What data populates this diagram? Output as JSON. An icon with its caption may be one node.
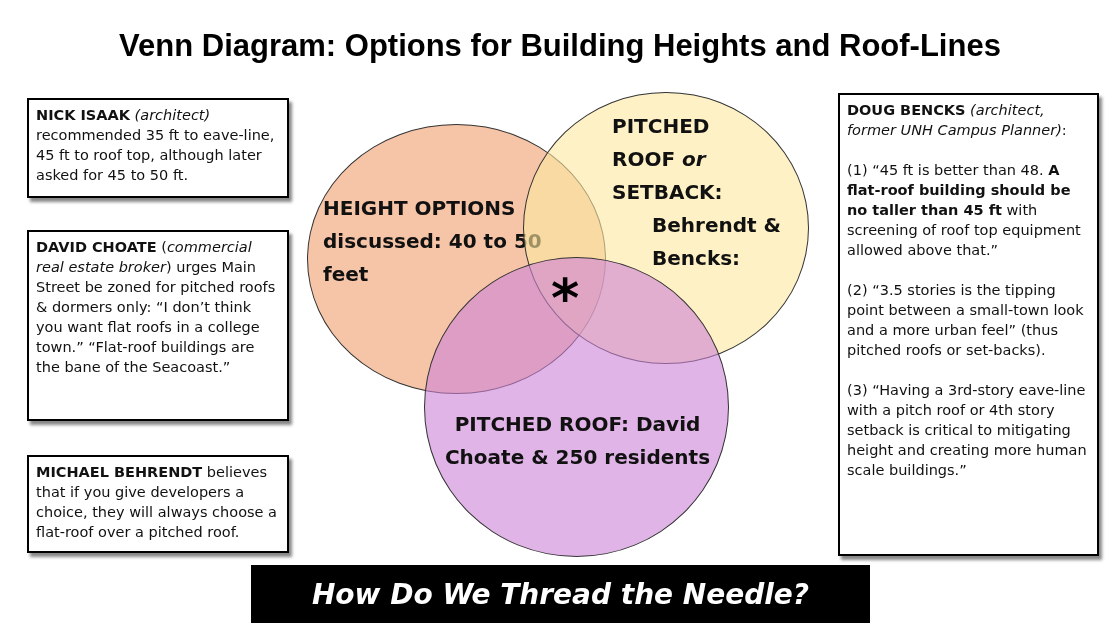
{
  "diagram": {
    "title": "Venn Diagram: Options for Building Heights and Roof-Lines",
    "nodes": [
      {
        "text": [
          "**NICK ISAAK** *(architect)* recommended 35 ft to eave-line, 45 ft to roof top, although later asked for 45 to 50 ft."
        ]
      },
      {
        "text": [
          "**DAVID CHOATE** (*commercial real estate broker*) urges Main Street be zoned for pitched roofs & dormers only: “I don’t think you want flat roofs in a college town.” “Flat-roof buildings are the bane of the Seacoast.”"
        ]
      },
      {
        "text": [
          "**MICHAEL BEHRENDT** believes that if you give developers a choice, they will always choose a flat-roof over a pitched roof."
        ]
      },
      {
        "text": [
          "HEIGHT OPTIONS discussed: 40 to 50 feet"
        ]
      },
      {
        "text": [
          "PITCHED ROOF *or* SETBACK:",
          "Behrendt & Bencks:"
        ]
      },
      {
        "text": [
          "PITCHED ROOF: David Choate & 250 residents"
        ]
      },
      {
        "text": [
          "**DOUG BENCKS** *(architect, former UNH Campus Planner)*:",
          "(1) “45 ft is better than 48. **A flat-roof building should be no taller than 45 ft** with screening of roof top equipment allowed above that.”",
          "(2) “3.5 stories is the tipping point between a small-town look and a more urban feel” (thus pitched roofs or set-backs).",
          "(3) “Having a 3rd-story eave-line with a pitch roof or 4th story setback is critical to mitigating height and creating more human scale buildings.”"
        ]
      },
      {
        "text": [
          "How Do We Thread the Needle?"
        ]
      }
    ],
    "labels": [
      "*"
    ]
  }
}
